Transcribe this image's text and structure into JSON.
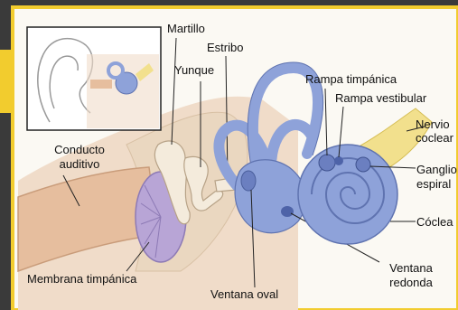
{
  "labels": {
    "martillo": "Martillo",
    "estribo": "Estribo",
    "yunque": "Yunque",
    "rampa_timpanica": "Rampa timpánica",
    "rampa_vestibular": "Rampa vestibular",
    "nervio_1": "Nervio",
    "nervio_2": "coclear",
    "conducto_1": "Conducto",
    "conducto_2": "auditivo",
    "ganglio_1": "Ganglio",
    "ganglio_2": "espiral",
    "coclea": "Cóclea",
    "membrana": "Membrana timpánica",
    "ventana_redonda_1": "Ventana",
    "ventana_redonda_2": "redonda",
    "ventana_oval": "Ventana oval"
  },
  "colors": {
    "frame_yellow": "#f2cc2e",
    "background": "#3a3a3a",
    "canvas": "#fbf9f3",
    "tissue": "#f0dcc9",
    "bone": "#ead7c0",
    "canal": "#e6be9e",
    "inner_ear": "#8ea2d9",
    "nerve": "#f2e08d",
    "membrane": "#b8a5d6"
  }
}
